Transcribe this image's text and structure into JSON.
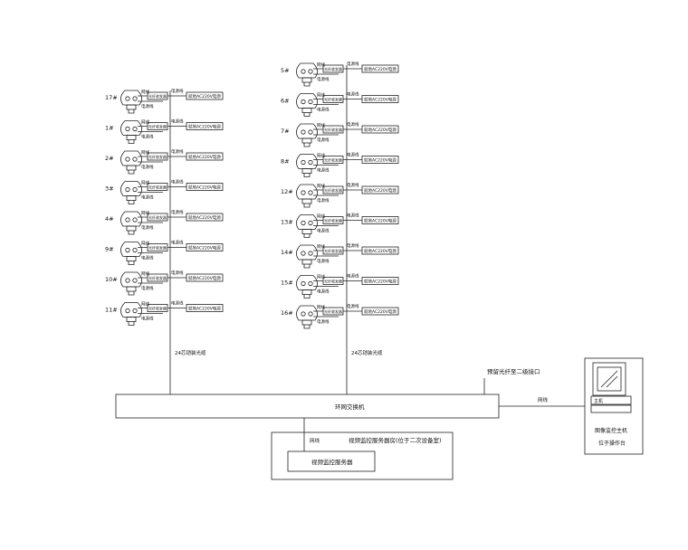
{
  "left_column": {
    "cameras": [
      {
        "id": "17#"
      },
      {
        "id": "1#"
      },
      {
        "id": "2#"
      },
      {
        "id": "3#"
      },
      {
        "id": "4#"
      },
      {
        "id": "9#"
      },
      {
        "id": "10#"
      },
      {
        "id": "11#"
      }
    ],
    "trunk_label": "24芯铠装光缆"
  },
  "right_column": {
    "cameras": [
      {
        "id": "5#"
      },
      {
        "id": "6#"
      },
      {
        "id": "7#"
      },
      {
        "id": "8#"
      },
      {
        "id": "12#"
      },
      {
        "id": "13#"
      },
      {
        "id": "14#"
      },
      {
        "id": "15#"
      },
      {
        "id": "16#"
      }
    ],
    "trunk_label": "24芯铠装光缆"
  },
  "unit_labels": {
    "network_cable": "网线",
    "power_cable_camera": "电源线",
    "converter": "光纤收发器",
    "converter_power": "电源线",
    "power_supply": "就地AC220V电源"
  },
  "ring_switch": {
    "label": "环网交换机"
  },
  "fiber_to_secondary": {
    "label": "预留光纤至二级接口"
  },
  "server_room": {
    "title": "视频监控服务器房(位于二次设备室)",
    "cable_label": "网线",
    "server_label": "视频监控服务器"
  },
  "host": {
    "cable_label": "网线",
    "screen_label": "主机",
    "title_line1": "图像监控主机",
    "title_line2": "位于操作台"
  }
}
